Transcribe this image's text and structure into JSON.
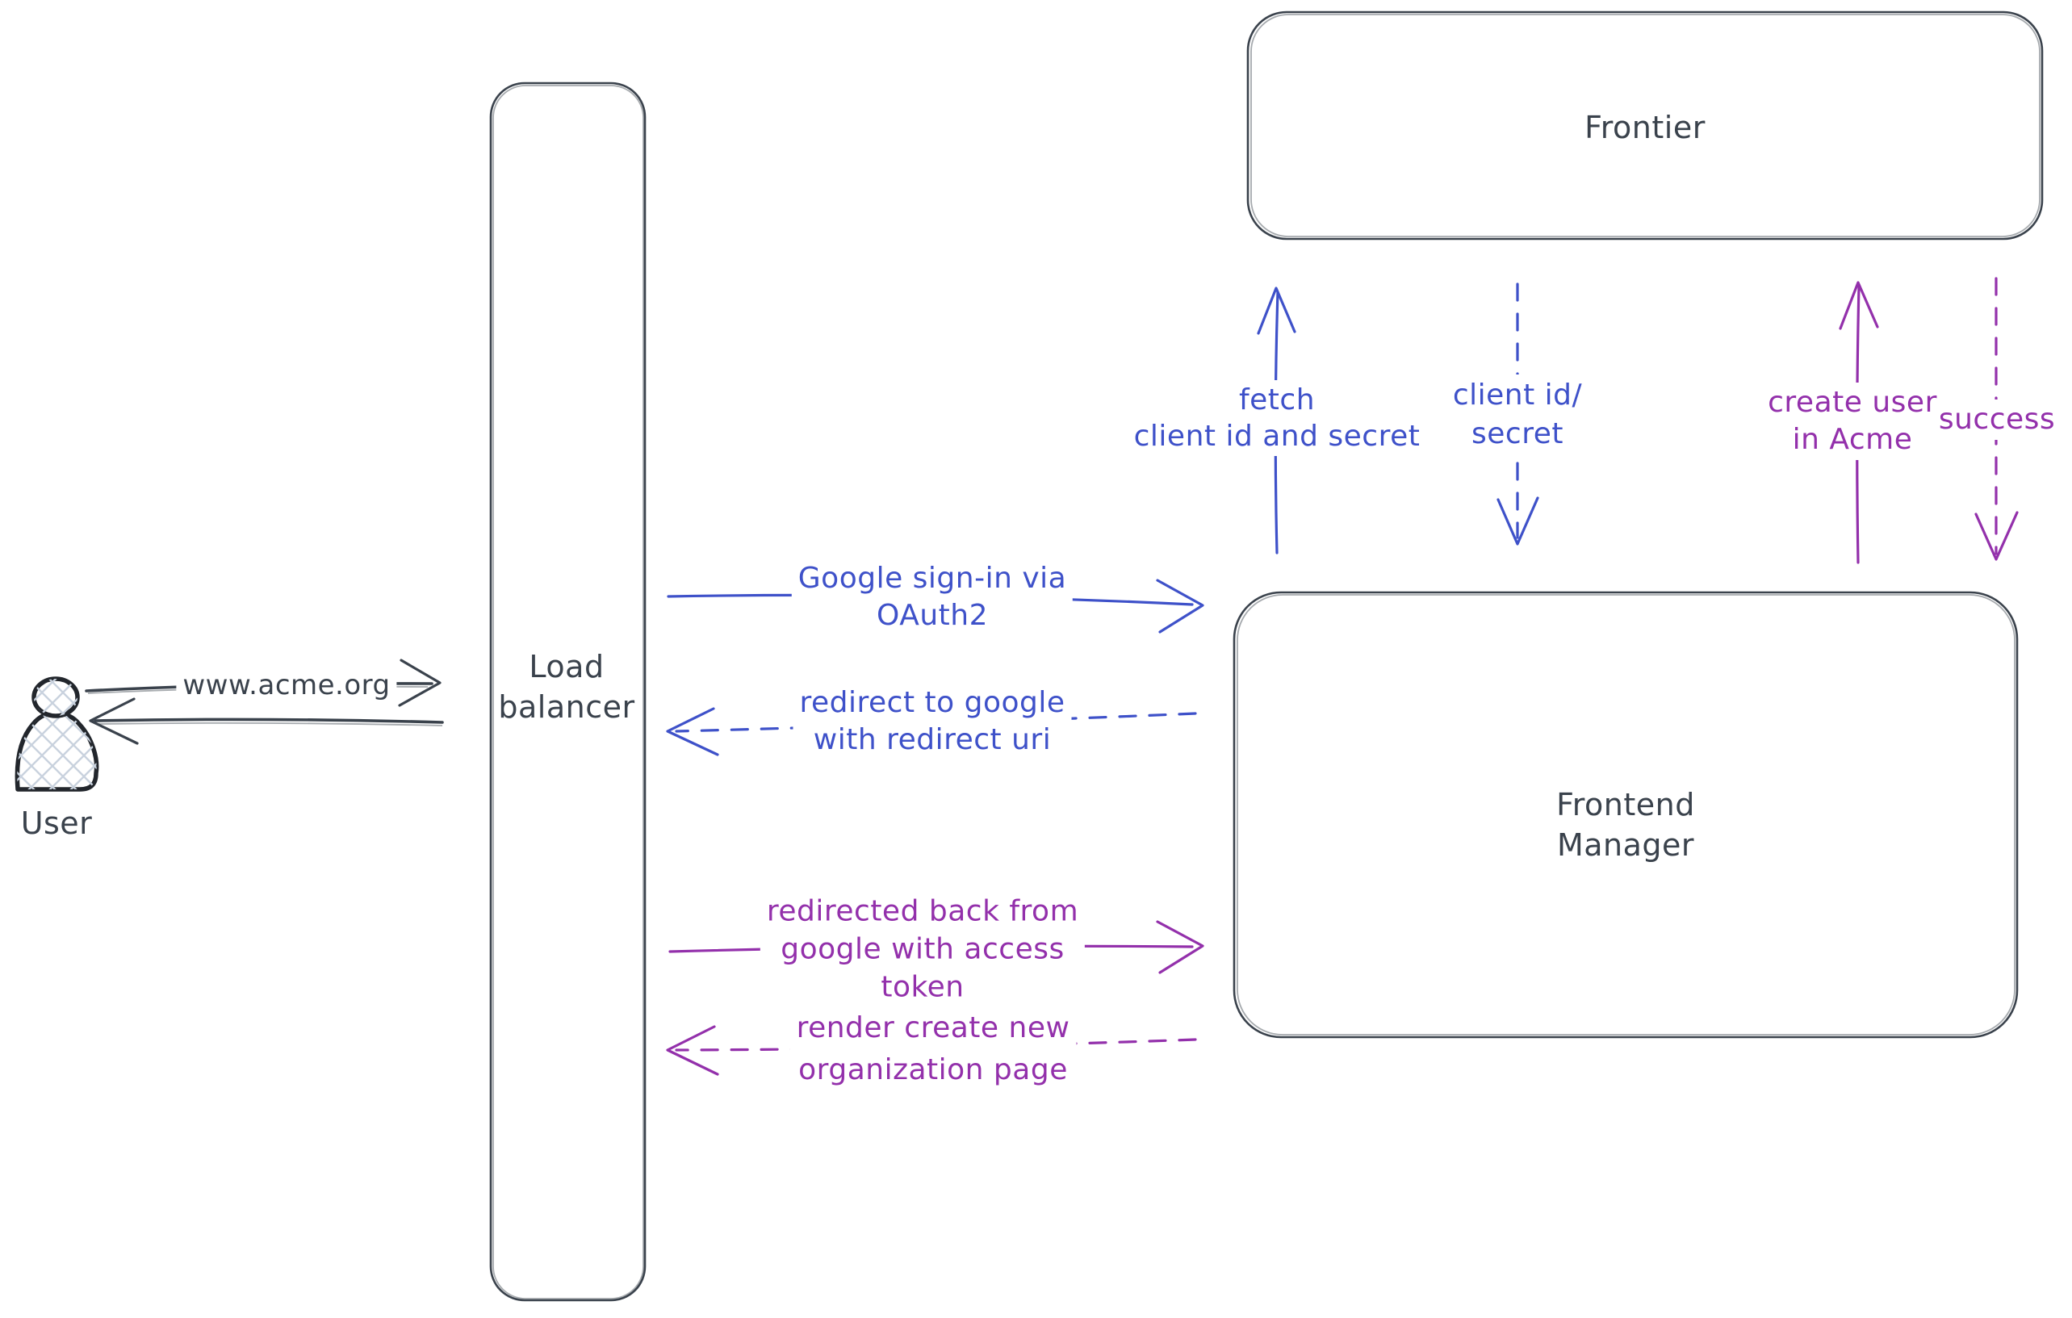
{
  "title": "OAuth sign-in sequence diagram",
  "colors": {
    "ink": "#3a424c",
    "ink2": "#22262c",
    "blue": "#3e51c9",
    "purple": "#9330ab",
    "hatch": "#c9d2de"
  },
  "actors": {
    "user": {
      "label": "User"
    },
    "load_balancer": {
      "lines": [
        "Load",
        "balancer"
      ]
    },
    "frontier": {
      "label": "Frontier"
    },
    "frontend_manager": {
      "lines": [
        "Frontend",
        "Manager"
      ]
    }
  },
  "messages": {
    "www": {
      "lines": [
        "www.acme.org"
      ]
    },
    "google_signin": {
      "lines": [
        "Google sign-in via",
        "OAuth2"
      ]
    },
    "redirect_to_google": {
      "lines": [
        "redirect to google",
        "with redirect uri"
      ]
    },
    "redirected_back": {
      "lines": [
        "redirected back from",
        "google with access",
        "token"
      ]
    },
    "render_page": {
      "lines": [
        "render create new",
        "organization page"
      ]
    },
    "fetch_client": {
      "lines": [
        "fetch",
        "client id and secret"
      ]
    },
    "client_id_secret": {
      "lines": [
        "client id/",
        "secret"
      ]
    },
    "create_user": {
      "lines": [
        "create user",
        "in Acme"
      ]
    },
    "success": {
      "lines": [
        "success"
      ]
    }
  }
}
